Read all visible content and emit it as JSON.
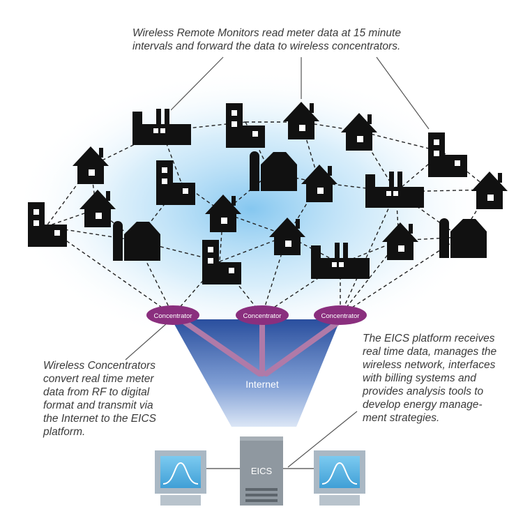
{
  "captions": {
    "top": "Wireless Remote Monitors read meter data at 15 minute\nintervals and forward the data to wireless concentrators.",
    "left": "Wireless Concentrators\nconvert real time meter\ndata from RF to digital\nformat and transmit via\nthe Internet to the EICS\nplatform.",
    "right": "The EICS platform receives\nreal time data, manages the\nwireless network, interfaces\nwith billing systems and\nprovides analysis tools to\ndevelop energy manage-\nment strategies."
  },
  "concentrators": [
    {
      "label": "Concentrator"
    },
    {
      "label": "Concentrator"
    },
    {
      "label": "Concentrator"
    }
  ],
  "internet_label": "Internet",
  "server_label": "EICS",
  "colors": {
    "building": "#111111",
    "concentrator": "#8a2f7e",
    "internet_top": "#2a4f9e",
    "internet_bottom": "#c8d8f0",
    "glow": "#7fc4ef",
    "monitor_screen": "#5ab6e4",
    "monitor_body": "#aab8c4",
    "server": "#8f98a0"
  },
  "icons": [
    "house-icon",
    "factory-icon",
    "office-building-icon",
    "barn-silo-icon",
    "monitor-icon",
    "server-icon"
  ]
}
